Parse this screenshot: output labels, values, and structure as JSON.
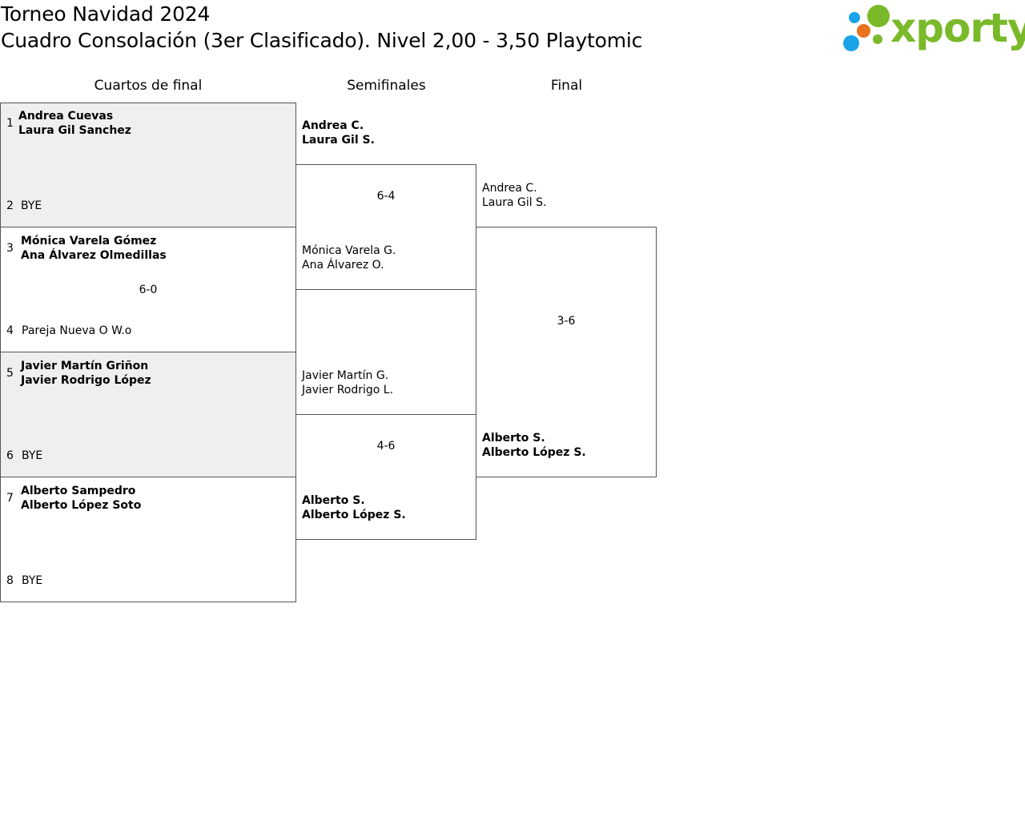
{
  "header": {
    "title_line1": "Torneo Navidad 2024",
    "title_line2": "Cuadro Consolación (3er Clasificado). Nivel 2,00 - 3,50 Playtomic",
    "logo_text": "xporty"
  },
  "columns": {
    "quarterfinals": "Cuartos de final",
    "semifinals": "Semifinales",
    "final": "Final"
  },
  "quarterfinals": [
    {
      "seed_a": "1",
      "a1": "Andrea Cuevas",
      "a2": "Laura Gil Sanchez",
      "seed_b": "2",
      "b1": "BYE",
      "score": ""
    },
    {
      "seed_a": "3",
      "a1": "Mónica Varela Gómez",
      "a2": "Ana Álvarez Olmedillas",
      "seed_b": "4",
      "b1": "Pareja Nueva O W.o",
      "score": "6-0"
    },
    {
      "seed_a": "5",
      "a1": "Javier Martín Griñon",
      "a2": "Javier Rodrigo López",
      "seed_b": "6",
      "b1": "BYE",
      "score": ""
    },
    {
      "seed_a": "7",
      "a1": "Alberto Sampedro",
      "a2": "Alberto López Soto",
      "seed_b": "8",
      "b1": "BYE",
      "score": ""
    }
  ],
  "semifinals": [
    {
      "a1": "Andrea C.",
      "a2": "Laura Gil S.",
      "b1": "Mónica Varela G.",
      "b2": "Ana Álvarez O.",
      "score": "6-4"
    },
    {
      "a1": "Javier Martín G.",
      "a2": "Javier Rodrigo L.",
      "b1": "Alberto S.",
      "b2": "Alberto López S.",
      "score": "4-6"
    }
  ],
  "final": {
    "a1": "Andrea C.",
    "a2": "Laura Gil S.",
    "b1": "Alberto S.",
    "b2": "Alberto López S.",
    "score": "3-6"
  },
  "colors": {
    "logo_green": "#7ab929",
    "logo_blue": "#1aa3e8",
    "logo_orange": "#e8731c",
    "gray_fill": "#efefef"
  }
}
